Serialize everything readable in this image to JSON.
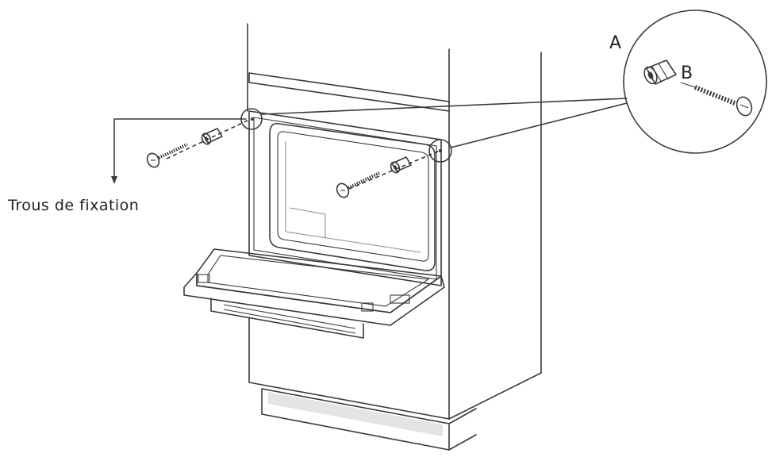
{
  "labels": {
    "mounting_holes": "Trous de fixation",
    "part_a": "A",
    "part_b": "B"
  },
  "colors": {
    "line": "#3a3a3a",
    "shade": "#e4e4e4",
    "background": "#ffffff"
  }
}
